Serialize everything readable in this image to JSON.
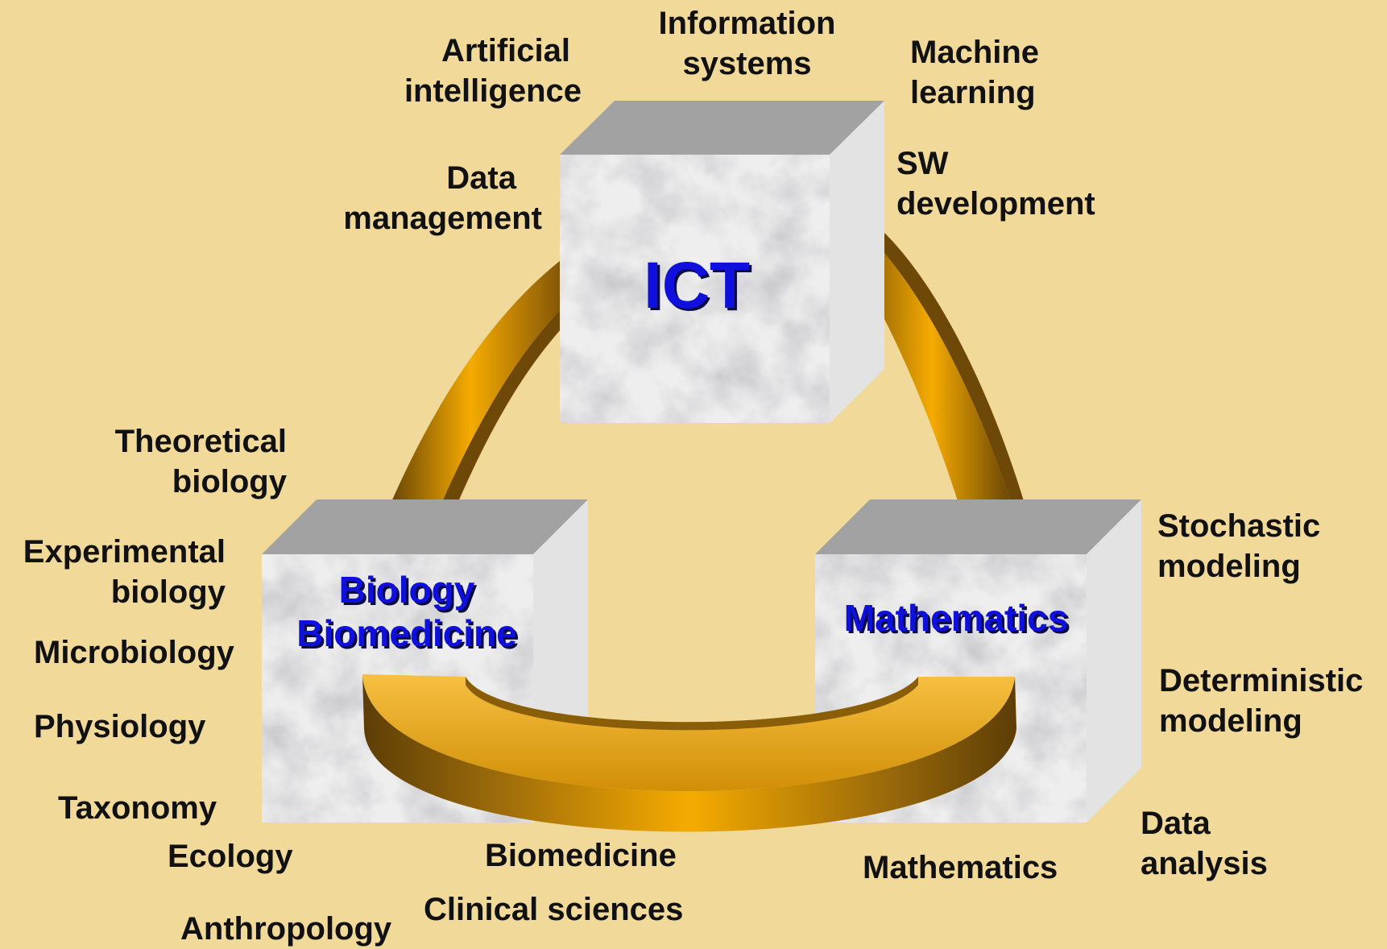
{
  "cubes": {
    "ict": {
      "title": "ICT"
    },
    "biology": {
      "line1": "Biology",
      "line2": "Biomedicine"
    },
    "mathematics": {
      "title": "Mathematics"
    }
  },
  "labels": {
    "information_systems": {
      "line1": "Information",
      "line2": "systems"
    },
    "artificial_intelligence": {
      "line1": "Artificial",
      "line2": "intelligence"
    },
    "machine_learning": {
      "line1": "Machine",
      "line2": "learning"
    },
    "data_management": {
      "line1": "Data",
      "line2": "management"
    },
    "sw_development": {
      "line1": "SW",
      "line2": "development"
    },
    "theoretical_biology": {
      "line1": "Theoretical",
      "line2": "biology"
    },
    "experimental_biology": {
      "line1": "Experimental",
      "line2": "biology"
    },
    "microbiology": "Microbiology",
    "physiology": "Physiology",
    "taxonomy": "Taxonomy",
    "ecology": "Ecology",
    "anthropology": "Anthropology",
    "biomedicine": "Biomedicine",
    "clinical_sciences": "Clinical sciences",
    "mathematics": "Mathematics",
    "stochastic_modeling": {
      "line1": "Stochastic",
      "line2": "modeling"
    },
    "deterministic_modeling": {
      "line1": "Deterministic",
      "line2": "modeling"
    },
    "data_analysis": {
      "line1": "Data",
      "line2": "analysis"
    }
  },
  "colors": {
    "background": "#f1d99a",
    "cube_top": "#a2a2a2",
    "cube_side": "#e3e3e3",
    "cube_front": "#eeeeee",
    "ring_gold": "#f2a800",
    "ring_dark": "#6e4806",
    "title_blue": "#1010dd"
  }
}
